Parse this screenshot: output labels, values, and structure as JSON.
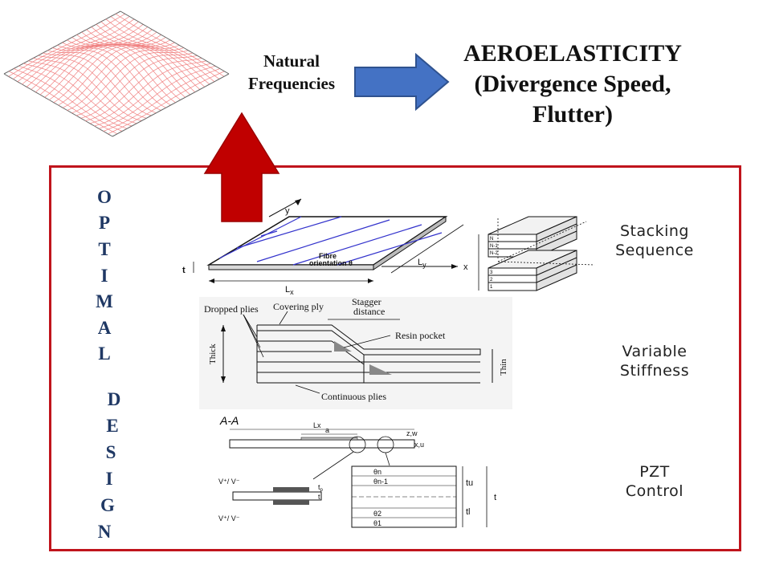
{
  "header": {
    "natural_frequencies": [
      "Natural",
      "Frequencies"
    ],
    "aeroelasticity": [
      "AEROELASTICITY",
      "(Divergence Speed,",
      "Flutter)"
    ]
  },
  "optimal_design_letters": [
    "O",
    "P",
    "T",
    "I",
    "M",
    "A",
    "L",
    "D",
    "E",
    "S",
    "I",
    "G",
    "N"
  ],
  "captions": {
    "stacking": [
      "Stacking",
      "Sequence"
    ],
    "variable": [
      "Variable",
      "Stiffness"
    ],
    "pzt": [
      "PZT",
      "Control"
    ]
  },
  "plate_labels": {
    "y": "y",
    "x": "x",
    "t": "t",
    "lx": "L",
    "lx_sub": "x",
    "ly": "L",
    "ly_sub": "y",
    "fibre": [
      "Fibre",
      "orientation θ"
    ]
  },
  "stack_labels": [
    "N",
    "N-1",
    "N-2",
    "3",
    "2",
    "1"
  ],
  "ply_drop_labels": {
    "dropped_plies": "Dropped plies",
    "covering_ply": "Covering ply",
    "stagger": [
      "Stagger",
      "distance"
    ],
    "resin_pocket": "Resin pocket",
    "thick": "Thick",
    "thin": "Thin",
    "continuous_plies": "Continuous plies"
  },
  "pzt_labels": {
    "section": "A-A",
    "lx": "Lx",
    "a": "a",
    "zw": "z,w",
    "xu": "x,u",
    "v_top": "V⁺/ V⁻",
    "v_bottom": "V⁺/ V⁻",
    "tp": "t",
    "tp_sub": "p",
    "t": "t",
    "theta_n": "θn",
    "theta_n1": "θn-1",
    "theta_2": "θ2",
    "theta_1": "θ1",
    "tu": "tu",
    "tl": "tl",
    "t_total": "t"
  },
  "colors": {
    "red_accent": "#c0141c",
    "arrow_blue": "#4472c4",
    "letter_navy": "#1f3864",
    "fibre_blue": "#3333cc",
    "mesh_pink": "#f08080"
  }
}
